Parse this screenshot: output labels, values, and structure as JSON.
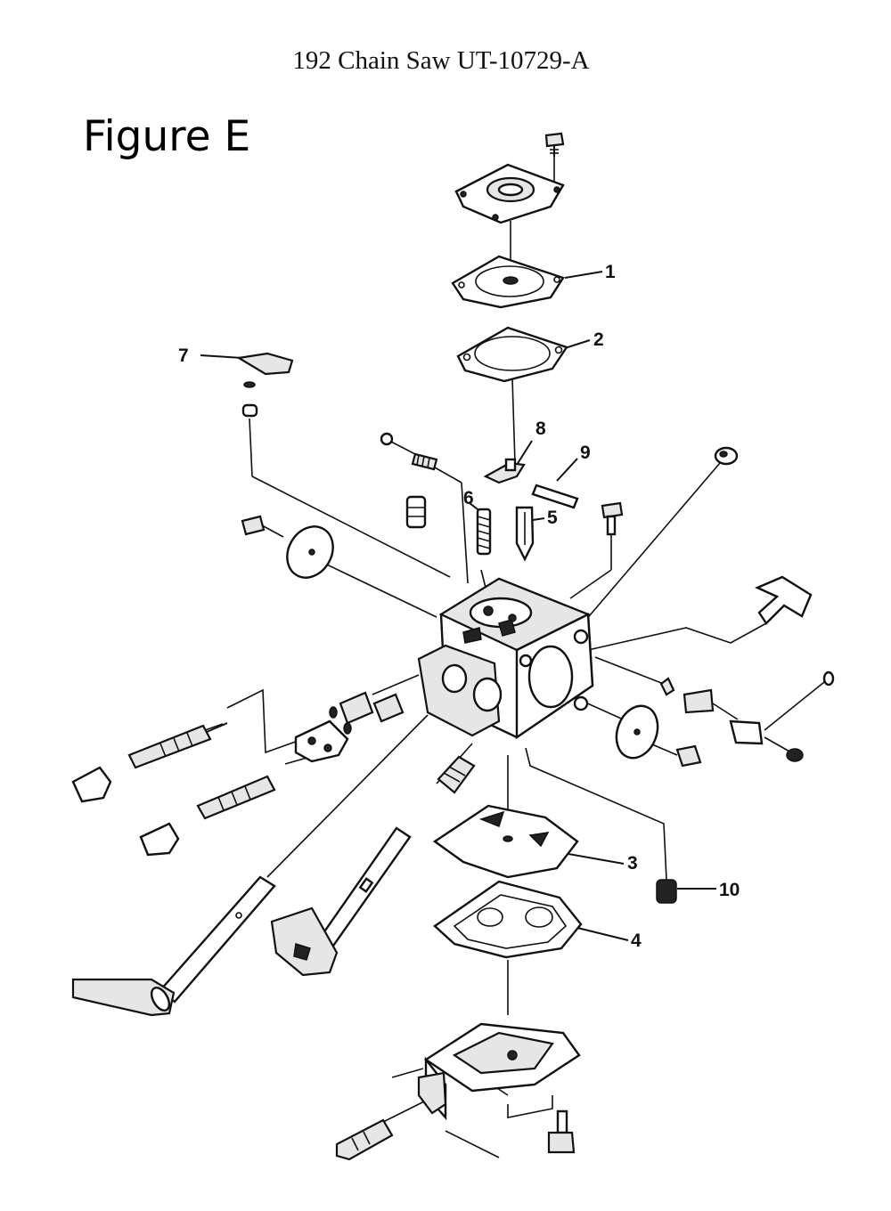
{
  "title": "192 Chain Saw UT-10729-A",
  "figure_label": "Figure E",
  "callouts": [
    "1",
    "2",
    "3",
    "4",
    "5",
    "6",
    "7",
    "8",
    "9",
    "10"
  ]
}
